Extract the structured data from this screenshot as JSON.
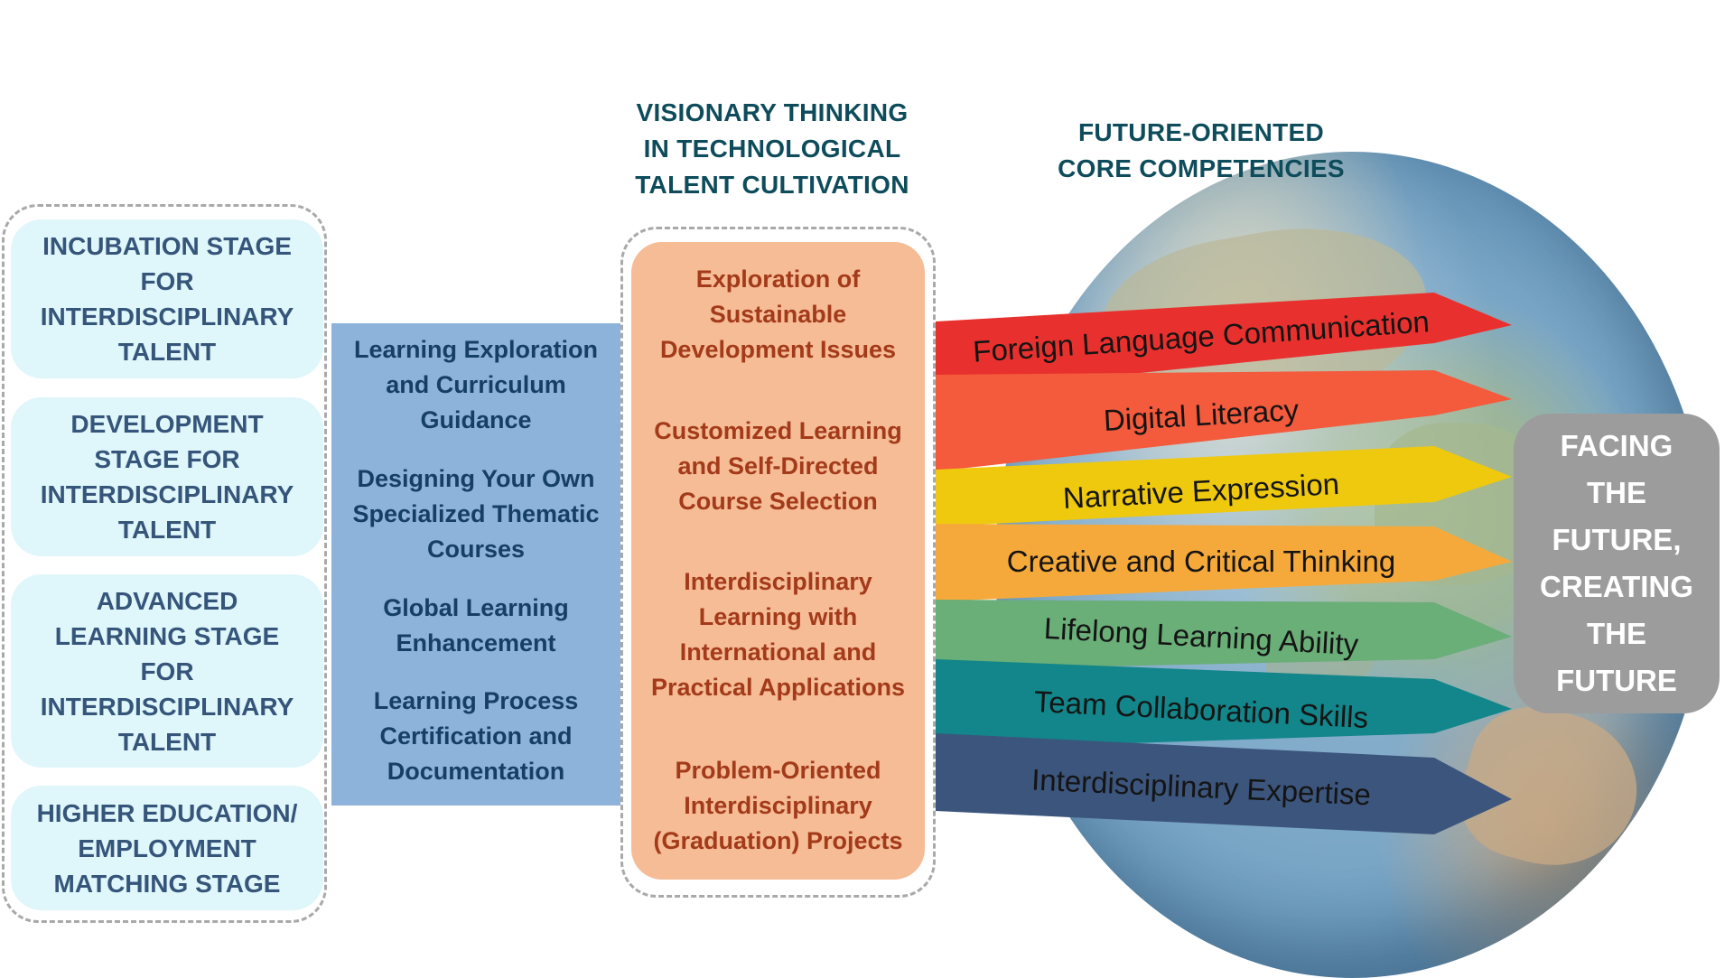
{
  "headings": {
    "vision": [
      "VISIONARY THINKING",
      "IN TECHNOLOGICAL",
      "TALENT CULTIVATION"
    ],
    "competencies": [
      "FUTURE-ORIENTED",
      "CORE COMPETENCIES"
    ]
  },
  "stages": [
    {
      "lines": [
        "INCUBATION STAGE",
        "FOR",
        "INTERDISCIPLINARY",
        "TALENT"
      ]
    },
    {
      "lines": [
        "DEVELOPMENT",
        "STAGE FOR",
        "INTERDISCIPLINARY",
        "TALENT"
      ]
    },
    {
      "lines": [
        "ADVANCED",
        "LEARNING STAGE",
        "FOR",
        "INTERDISCIPLINARY",
        "TALENT"
      ]
    },
    {
      "lines": [
        "HIGHER EDUCATION/",
        "EMPLOYMENT",
        "MATCHING STAGE"
      ]
    }
  ],
  "pathway": [
    {
      "lines": [
        "Learning Exploration",
        "and Curriculum",
        "Guidance"
      ]
    },
    {
      "lines": [
        "Designing Your Own",
        "Specialized Thematic",
        "Courses"
      ]
    },
    {
      "lines": [
        "Global Learning",
        "Enhancement"
      ]
    },
    {
      "lines": [
        "Learning Process",
        "Certification and",
        "Documentation"
      ]
    }
  ],
  "vision_items": [
    {
      "lines": [
        "Exploration of",
        "Sustainable",
        "Development Issues"
      ]
    },
    {
      "lines": [
        "Customized Learning",
        "and Self-Directed",
        "Course Selection"
      ]
    },
    {
      "lines": [
        "Interdisciplinary",
        "Learning with",
        "International and",
        "Practical Applications"
      ]
    },
    {
      "lines": [
        "Problem-Oriented",
        "Interdisciplinary",
        "(Graduation) Projects"
      ]
    }
  ],
  "competencies": [
    {
      "label": "Foreign Language Communication",
      "color": "#e8312e",
      "text_color": "#141414"
    },
    {
      "label": "Digital Literacy",
      "color": "#f45a3c",
      "text_color": "#141414"
    },
    {
      "label": "Narrative Expression",
      "color": "#efc90e",
      "text_color": "#141414"
    },
    {
      "label": "Creative and Critical Thinking",
      "color": "#f6a93b",
      "text_color": "#141414"
    },
    {
      "label": "Lifelong Learning Ability",
      "color": "#6aae78",
      "text_color": "#141414"
    },
    {
      "label": "Team Collaboration Skills",
      "color": "#12868a",
      "text_color": "#141414"
    },
    {
      "label": "Interdisciplinary Expertise",
      "color": "#3c557c",
      "text_color": "#141414"
    }
  ],
  "future_box": {
    "lines": [
      "FACING",
      "THE",
      "FUTURE,",
      "CREATING",
      "THE",
      "FUTURE"
    ]
  },
  "colors": {
    "heading": "#0e4c5b",
    "stage_bg": "#dff6fa",
    "stage_text": "#35557a",
    "pathway_bg": "#8eb3da",
    "pathway_text": "#163f66",
    "vision_bg": "#f5bc96",
    "vision_text": "#a33a1a",
    "future_bg": "#9c9c9c"
  }
}
